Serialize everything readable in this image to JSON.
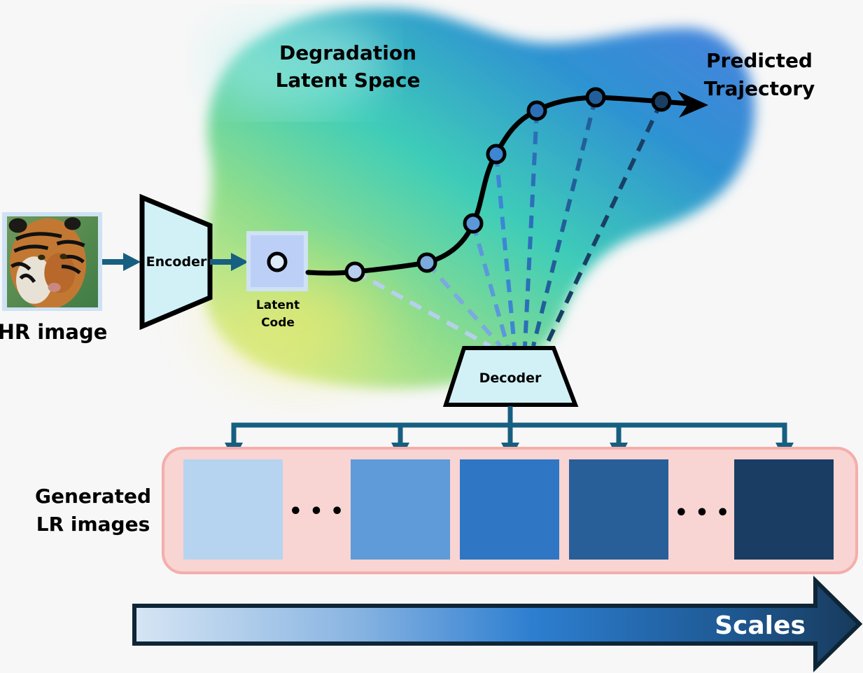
{
  "labels": {
    "latent_space_line1": "Degradation",
    "latent_space_line2": "Latent Space",
    "trajectory_line1": "Predicted",
    "trajectory_line2": "Trajectory",
    "hr_image": "HR image",
    "encoder": "Encoder",
    "latent_code_line1": "Latent",
    "latent_code_line2": "Code",
    "decoder": "Decoder",
    "generated_line1": "Generated",
    "generated_line2": "LR images",
    "scales": "Scales",
    "ellipsis": "• • •"
  },
  "trajectory_points": [
    {
      "name": "point-1",
      "color": "#b7cfee"
    },
    {
      "name": "point-2",
      "color": "#7aaade"
    },
    {
      "name": "point-3",
      "color": "#5b98da"
    },
    {
      "name": "point-4",
      "color": "#3c86d4"
    },
    {
      "name": "point-5",
      "color": "#2c6fb8"
    },
    {
      "name": "point-6",
      "color": "#225f9a"
    },
    {
      "name": "point-7",
      "color": "#1a3f64"
    }
  ],
  "lr_images": [
    {
      "name": "lr-image-1",
      "border": "#b6d4f0",
      "blur": 0.6
    },
    {
      "name": "lr-image-2",
      "border": "#5f9bd9",
      "blur": 1.6
    },
    {
      "name": "lr-image-3",
      "border": "#2f76c4",
      "blur": 2.4
    },
    {
      "name": "lr-image-4",
      "border": "#285f99",
      "blur": 3.0
    },
    {
      "name": "lr-image-5",
      "border": "#1a3d63",
      "blur": 4.6
    }
  ],
  "colors": {
    "arrow": "#165f80",
    "encoder_fill": "#d2f1f7",
    "latent_code_fill": "#bcd0f7",
    "latent_code_border": "#cfe2f4",
    "panel_fill": "#f8d4d3",
    "panel_border": "#f4aeab"
  }
}
